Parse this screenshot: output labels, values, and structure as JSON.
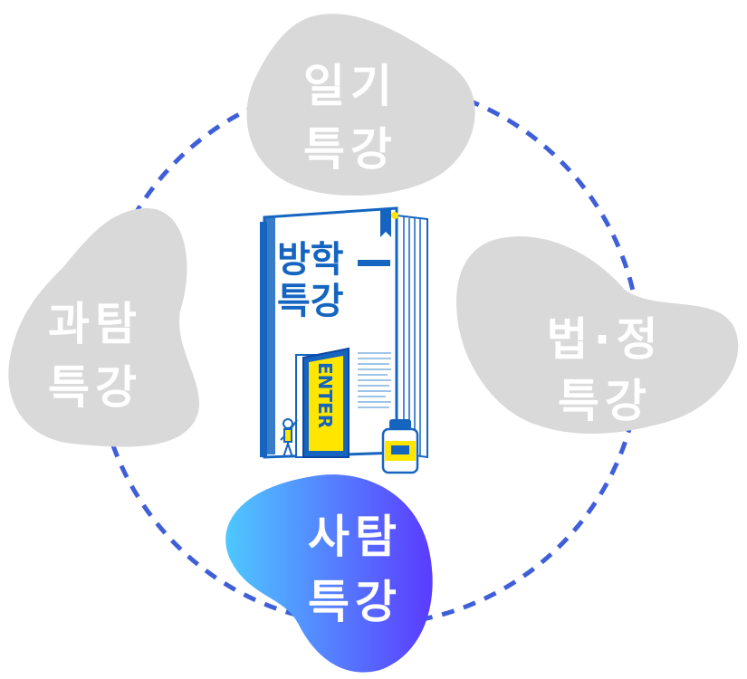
{
  "colors": {
    "ring": "#3f5fd9",
    "blob_inactive": "#d9d9d9",
    "blob_active_start": "#4ec8ff",
    "blob_active_end": "#5b3bff",
    "book_blue": "#1565c0",
    "book_yellow": "#ffe600"
  },
  "nodes": {
    "diary": {
      "line1": "일기",
      "line2": "특강",
      "active": false
    },
    "science": {
      "line1": "과탐",
      "line2": "특강",
      "active": false
    },
    "law": {
      "line1": "법·정",
      "line2": "특강",
      "active": false
    },
    "social": {
      "line1": "사탐",
      "line2": "특강",
      "active": true
    }
  },
  "book": {
    "title_line1": "방학",
    "title_line2": "특강",
    "door_label": "ENTER"
  },
  "icons": [
    "book-illustration",
    "person-icon",
    "ink-bottle-icon",
    "bookmark-icon"
  ]
}
